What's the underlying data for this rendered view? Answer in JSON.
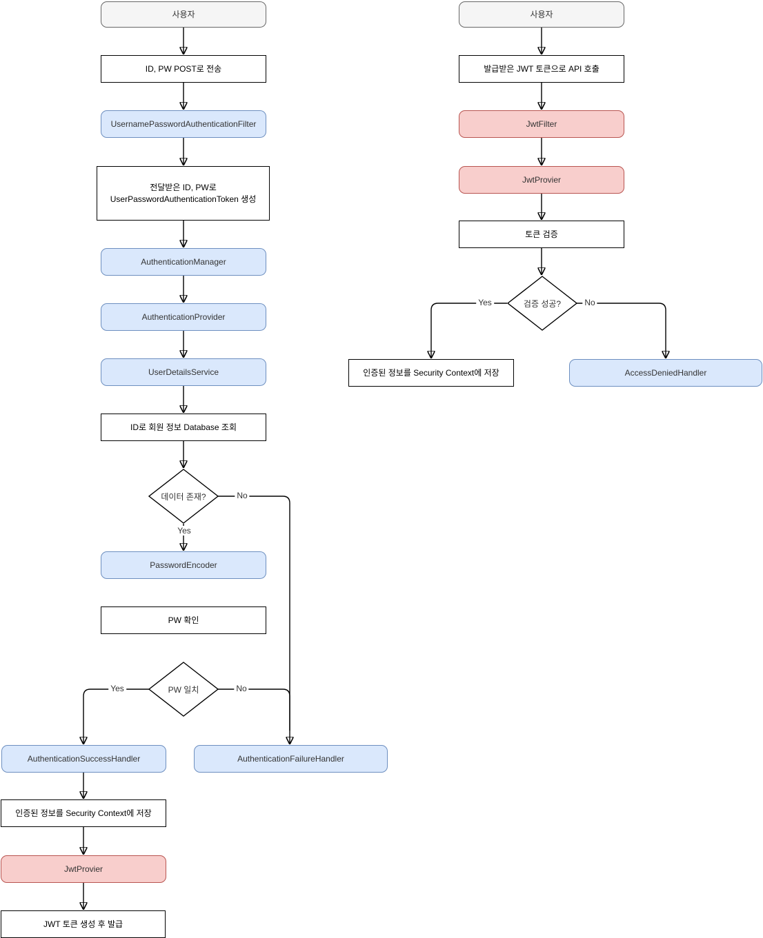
{
  "colors": {
    "process_fill": "#ffffff",
    "process_stroke": "#000000",
    "component_fill": "#dae8fc",
    "component_stroke": "#6c8ebf",
    "jwt_fill": "#f8cecc",
    "jwt_stroke": "#b85450",
    "actor_fill": "#f5f5f5",
    "actor_stroke": "#666666",
    "line": "#000000"
  },
  "left_flow": {
    "nodes": {
      "user": "사용자",
      "post": "ID, PW POST로 전송",
      "auth_filter": "UsernamePasswordAuthenticationFilter",
      "token_line1": "전달받은 ID, PW로",
      "token_line2": "UserPasswordAuthenticationToken 생성",
      "manager": "AuthenticationManager",
      "provider": "AuthenticationProvider",
      "user_details": "UserDetailsService",
      "db_lookup": "ID로 회원 정보 Database 조회",
      "data_exists": "데이터 존재?",
      "password_encoder": "PasswordEncoder",
      "pw_check": "PW 확인",
      "pw_match": "PW 일치",
      "success_handler": "AuthenticationSuccessHandler",
      "failure_handler": "AuthenticationFailureHandler",
      "save_context": "인증된 정보를 Security Context에 저장",
      "jwt_provider": "JwtProvier",
      "issue_token": "JWT 토큰 생성 후 발급"
    },
    "labels": {
      "data_exists_yes": "Yes",
      "data_exists_no": "No",
      "pw_match_yes": "Yes",
      "pw_match_no": "No"
    }
  },
  "right_flow": {
    "nodes": {
      "user": "사용자",
      "api_call": "발급받은 JWT 토큰으로 API 호출",
      "jwt_filter": "JwtFilter",
      "jwt_provider": "JwtProvier",
      "verify_token": "토큰 검증",
      "verify_success": "검증 성공?",
      "save_context": "인증된 정보를 Security Context에 저장",
      "access_denied": "AccessDeniedHandler"
    },
    "labels": {
      "verify_yes": "Yes",
      "verify_no": "No"
    }
  }
}
